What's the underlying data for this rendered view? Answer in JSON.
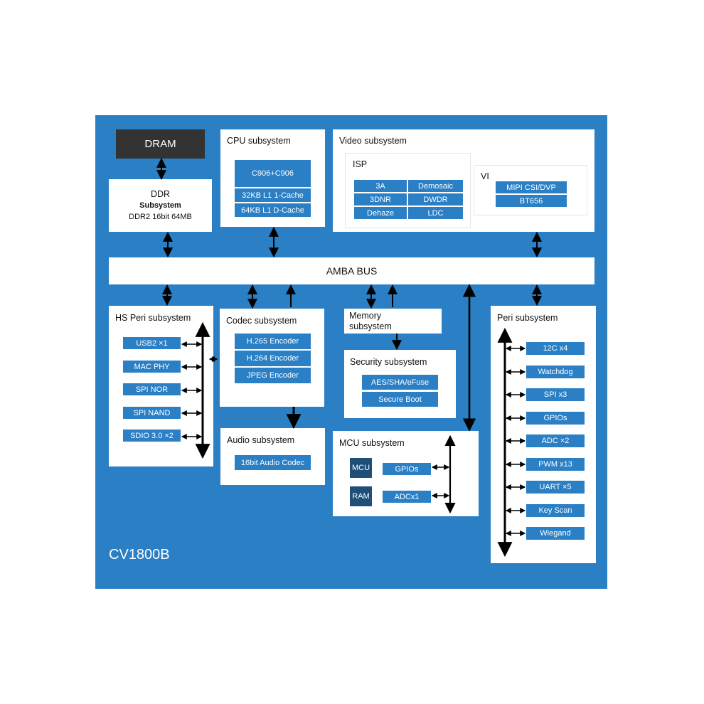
{
  "chip_name": "CV1800B",
  "dram": "DRAM",
  "ddr": {
    "title": "DDR",
    "subtitle": "Subsystem",
    "detail": "DDR2 16bit 64MB"
  },
  "cpu": {
    "title": "CPU subsystem",
    "items": [
      "C906+C906",
      "32KB L1 1-Cache",
      "64KB L1 D-Cache"
    ]
  },
  "video": {
    "title": "Video subsystem",
    "isp": {
      "title": "ISP",
      "items": [
        "3A",
        "Demosaic",
        "3DNR",
        "DWDR",
        "Dehaze",
        "LDC"
      ]
    },
    "vi": {
      "title": "VI",
      "items": [
        "MIPI CSI/DVP",
        "BT656"
      ]
    }
  },
  "amba": "AMBA BUS",
  "hs_peri": {
    "title": "HS Peri subsystem",
    "items": [
      "USB2 ×1",
      "MAC PHY",
      "SPI NOR",
      "SPI NAND",
      "SDIO 3.0 ×2"
    ]
  },
  "codec": {
    "title": "Codec subsystem",
    "items": [
      "H.265 Encoder",
      "H.264 Encoder",
      "JPEG Encoder"
    ]
  },
  "memory": {
    "title": "Memory subsystem"
  },
  "security": {
    "title": "Security subsystem",
    "items": [
      "AES/SHA/eFuse",
      "Secure Boot"
    ]
  },
  "audio": {
    "title": "Audio subsystem",
    "items": [
      "16bit Audio Codec"
    ]
  },
  "mcu": {
    "title": "MCU subsystem",
    "cores": [
      "MCU",
      "RAM"
    ],
    "items": [
      "GPIOs",
      "ADCx1"
    ]
  },
  "peri": {
    "title": "Peri subsystem",
    "items": [
      "12C x4",
      "Watchdog",
      "SPI x3",
      "GPIOs",
      "ADC ×2",
      "PWM x13",
      "UART ×5",
      "Key Scan",
      "Wiegand"
    ]
  },
  "colors": {
    "background": "#2a7fc5",
    "panel": "#ffffff",
    "chip": "#2a7fc5",
    "dark_chip": "#1f4e79",
    "dram": "#333333",
    "wire": "#000000"
  }
}
